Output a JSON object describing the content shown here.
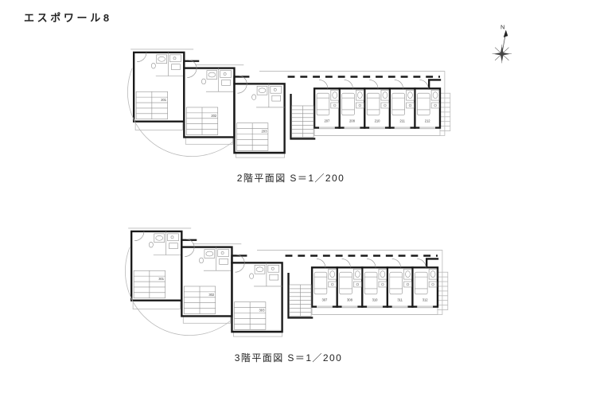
{
  "page": {
    "title": "エスポワール8",
    "background": "#ffffff"
  },
  "compass": {
    "label": "N"
  },
  "floors": [
    {
      "id": "2F",
      "caption": "2階平面図 S＝1／200",
      "large_rooms": [
        "201",
        "202",
        "203"
      ],
      "row_rooms": [
        "207",
        "208",
        "210",
        "211",
        "212"
      ]
    },
    {
      "id": "3F",
      "caption": "3階平面図 S＝1／200",
      "large_rooms": [
        "301",
        "302",
        "303"
      ],
      "row_rooms": [
        "307",
        "308",
        "310",
        "311",
        "312"
      ]
    }
  ],
  "colors": {
    "wall": "#1a1a1a",
    "fixture": "#8f8f8f",
    "outline": "#b8b8b8",
    "label": "#444444",
    "background": "#ffffff"
  }
}
